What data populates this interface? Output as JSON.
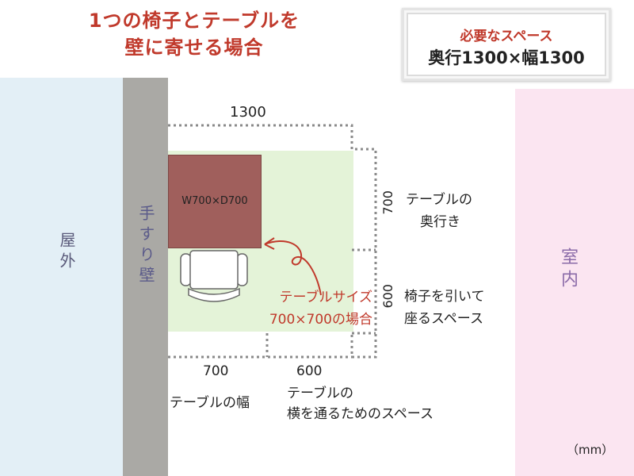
{
  "title": {
    "line1": "1つの椅子とテーブルを",
    "line2": "壁に寄せる場合"
  },
  "required_space": {
    "heading": "必要なスペース",
    "value": "奥行1300×幅1300"
  },
  "zones": {
    "outside": "屋外",
    "handrail_wall": "手すり壁",
    "indoor": "室内"
  },
  "table": {
    "label": "W700×D700"
  },
  "callout": {
    "line1": "テーブルサイズ",
    "line2": "700×700の場合"
  },
  "dimensions": {
    "top_total": "1300",
    "right_upper_value": "700",
    "right_upper_label_1": "テーブルの",
    "right_upper_label_2": "奥行き",
    "right_lower_value": "600",
    "right_lower_label_1": "椅子を引いて",
    "right_lower_label_2": "座るスペース",
    "bottom_left_value": "700",
    "bottom_left_label": "テーブルの幅",
    "bottom_right_value": "600",
    "bottom_right_label_1": "テーブルの",
    "bottom_right_label_2": "横を通るためのスペース"
  },
  "unit": "（mm）",
  "colors": {
    "title_red": "#c0392b",
    "outside_blue": "#e3eff6",
    "rail_gray": "#aaa9a5",
    "indoor_pink": "#fbe5f1",
    "area_green": "#e4f3d8",
    "table_brown": "#a05f5c",
    "dotted_gray": "#8a8a8a"
  }
}
